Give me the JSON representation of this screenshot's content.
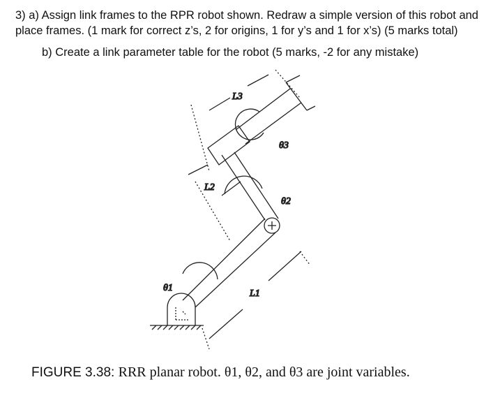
{
  "question": {
    "part_a_line1": "3) a) Assign link frames to the RPR robot shown. Redraw a simple version of this robot and",
    "part_a_line2": "place frames. (1 mark for correct z’s, 2 for origins, 1 for y’s and 1 for x’s) (5 marks total)",
    "part_b": "b) Create a link parameter table for the robot (5 marks, -2 for any mistake)"
  },
  "figure": {
    "labels": {
      "L1": "L1",
      "L2": "L2",
      "L3": "L3",
      "theta1": "θ1",
      "theta2": "θ2",
      "theta3": "θ3"
    },
    "caption_label": "FIGURE 3.38:",
    "caption_text": "RRR planar robot. θ1, θ2, and θ3 are joint variables."
  }
}
